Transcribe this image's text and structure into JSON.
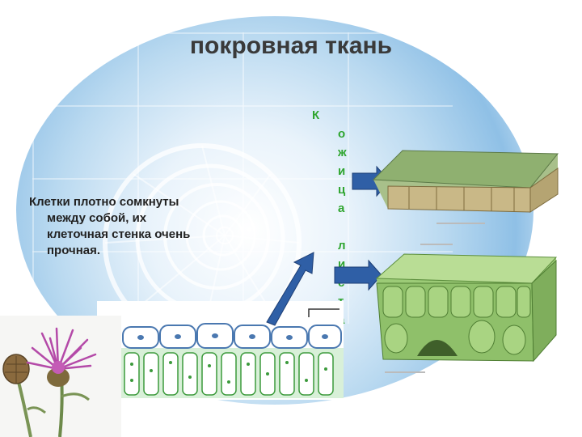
{
  "slide": {
    "title": "покровная ткань",
    "body_lines": [
      "Клетки плотно сомкнуты",
      "между собой, их",
      "клеточная стенка очень",
      "прочная."
    ],
    "vertical_label": "Кожица листа",
    "colors": {
      "title": "#3a3a3a",
      "vertical_label": "#2fa52f",
      "arrow": "#2f5fa6",
      "tissue_green": "#7fae5c",
      "flower_purple": "#b44aa8"
    },
    "icons": [
      "nautilus-shell-illustration",
      "skin-tissue-3d-block-icon",
      "leaf-tissue-3d-block-icon",
      "leaf-cross-section-illustration",
      "knapweed-flower-photo"
    ]
  }
}
